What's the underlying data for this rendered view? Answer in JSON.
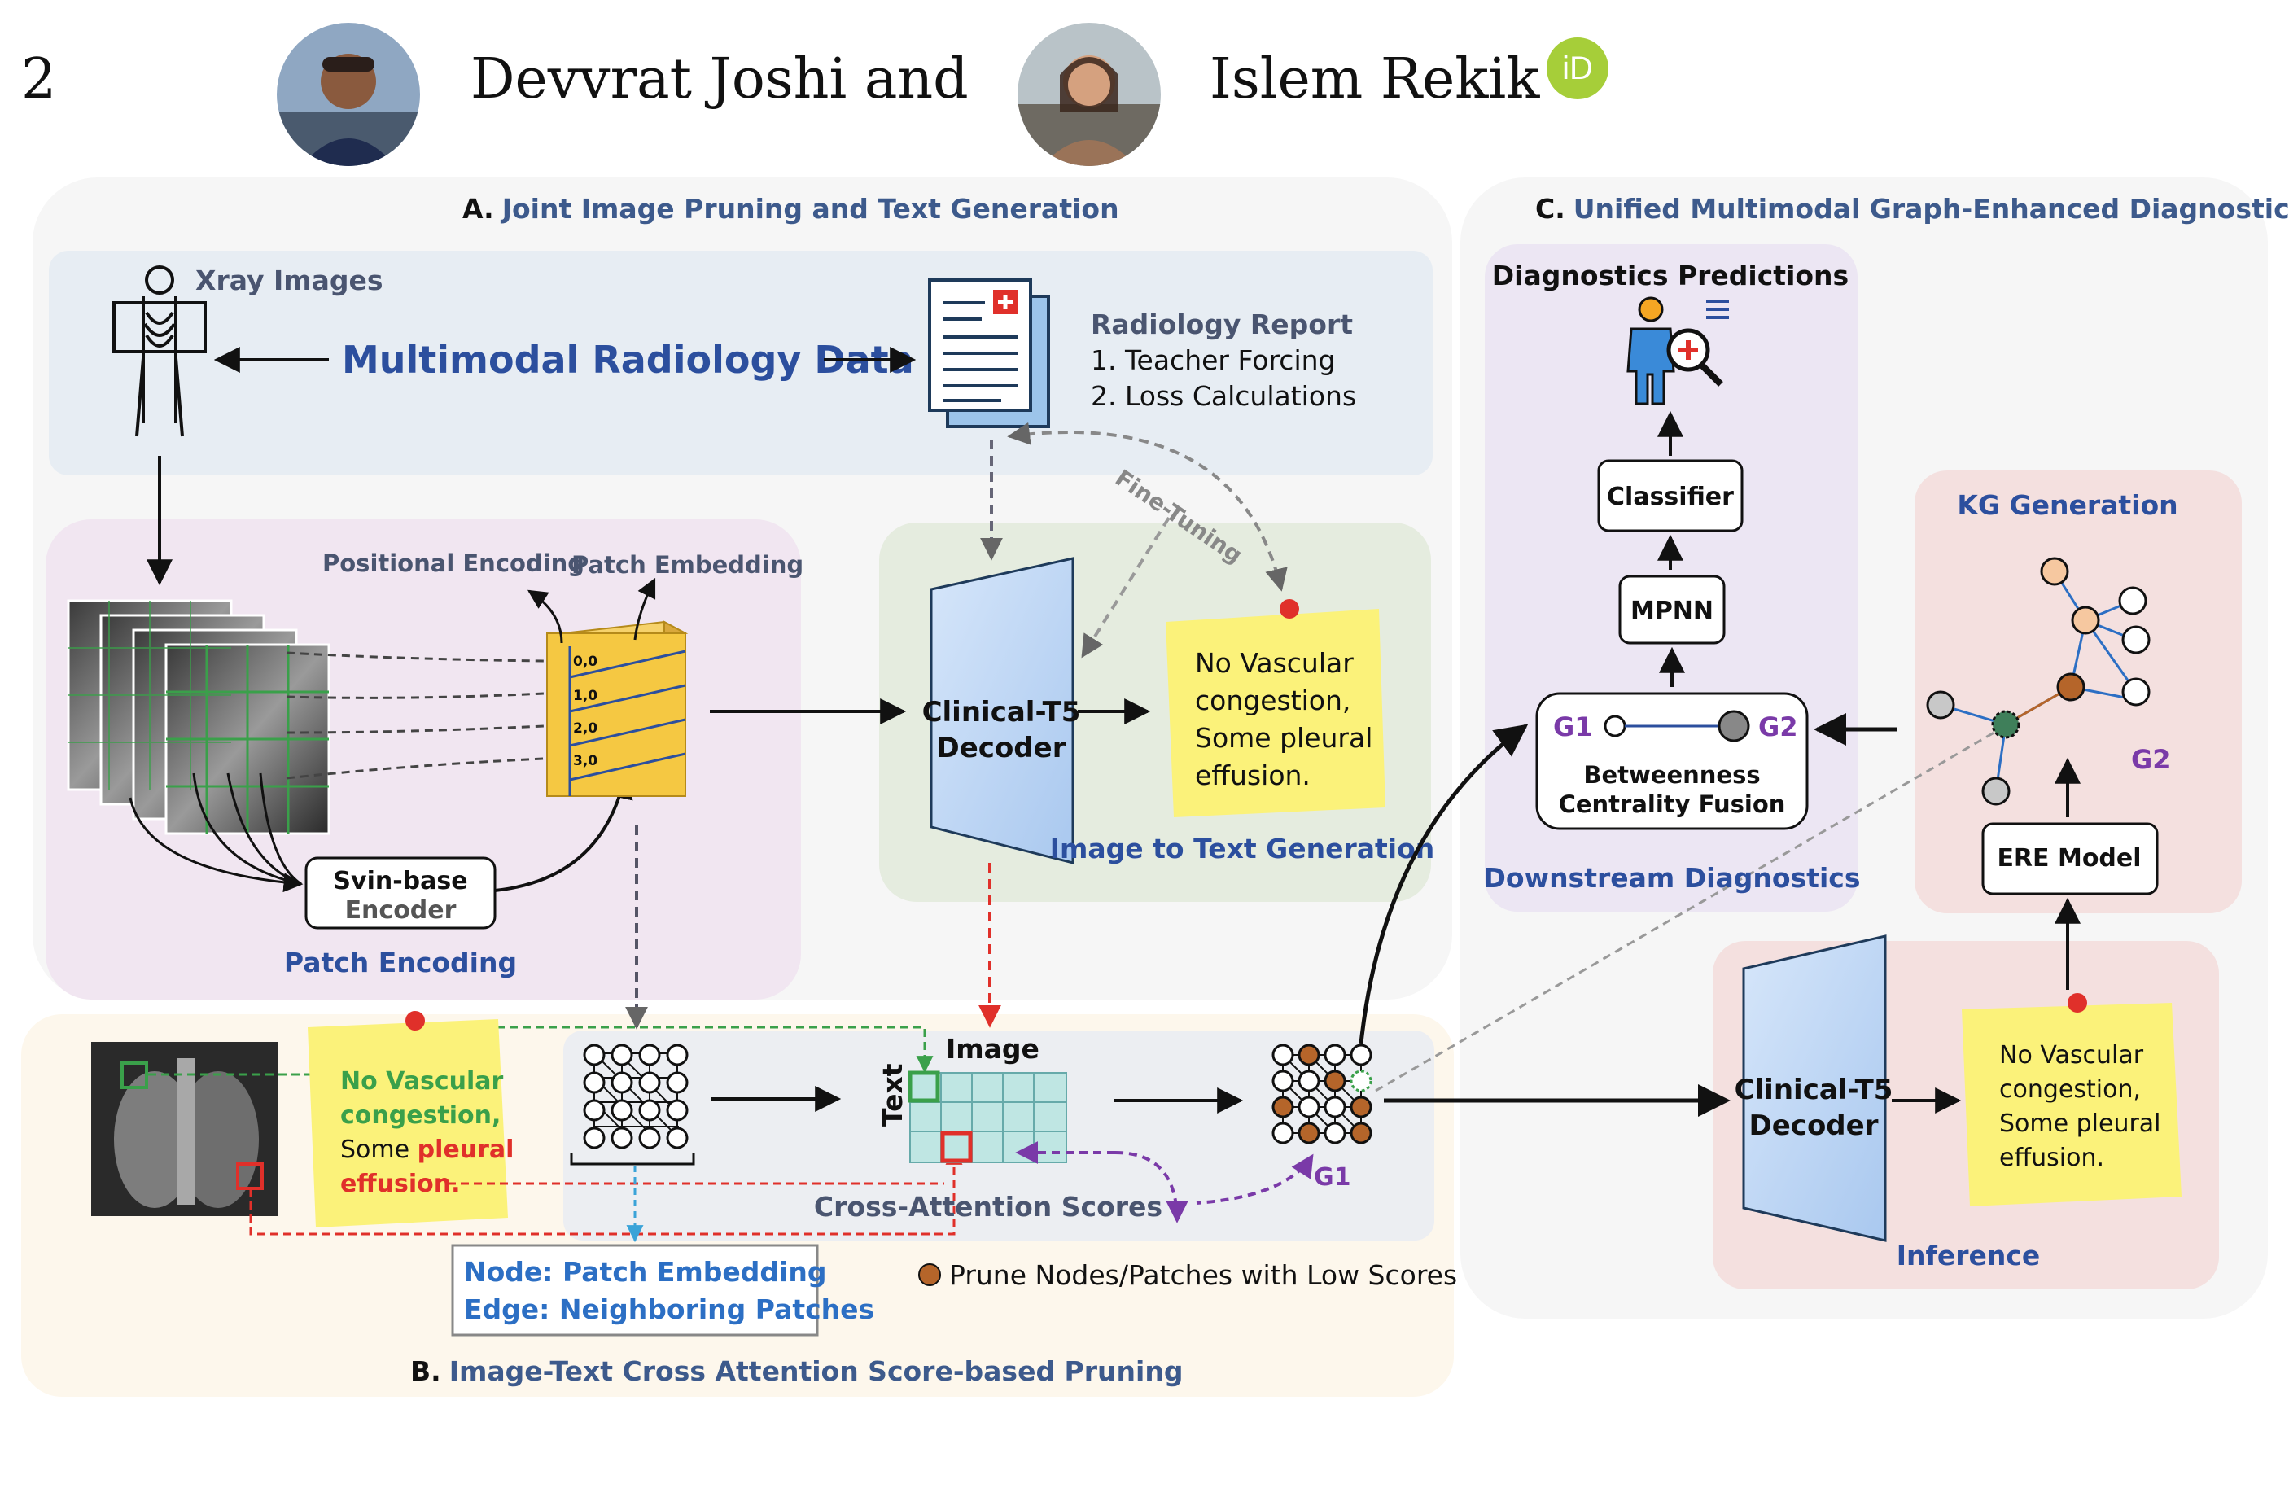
{
  "header": {
    "page_number": "2",
    "author1": "Devvrat Joshi and",
    "author2": "Islem Rekik",
    "orcid_label": "iD"
  },
  "section_a": {
    "letter": "A.",
    "title": "Joint Image Pruning and Text Generation",
    "xray_images": "Xray Images",
    "multimodal_data": "Multimodal Radiology Data",
    "radiology_report": "Radiology Report",
    "report_item1": "1. Teacher Forcing",
    "report_item2": "2. Loss Calculations",
    "fine_tuning": "Fine-Tuning",
    "positional_encoding": "Positional Encoding",
    "patch_embedding": "Patch Embedding",
    "pos_labels": [
      "0,0",
      "1,0",
      "2,0",
      "3,0"
    ],
    "encoder_line1": "Svin-base",
    "encoder_line2": "Encoder",
    "patch_encoding": "Patch Encoding",
    "decoder_line1": "Clinical-T5",
    "decoder_line2": "Decoder",
    "note_lines": [
      "No Vascular",
      "congestion,",
      "Some pleural",
      "effusion."
    ],
    "image_to_text": "Image to Text Generation"
  },
  "section_b": {
    "letter": "B.",
    "title": "Image-Text Cross Attention Score-based Pruning",
    "note_line1": "No Vascular",
    "note_line2": "congestion,",
    "note_line3a": "Some ",
    "note_line3b": "pleural",
    "note_line4": "effusion.",
    "node_text": "Node: Patch Embedding",
    "edge_text": "Edge: Neighboring Patches",
    "image_label": "Image",
    "text_label": "Text",
    "cross_attention": "Cross-Attention Scores",
    "g1": "G1",
    "prune_text": "Prune Nodes/Patches with Low Scores"
  },
  "section_c": {
    "letter": "C.",
    "title": "Unified Multimodal Graph-Enhanced Diagnostics",
    "diag_predictions": "Diagnostics Predictions",
    "classifier": "Classifier",
    "mpnn": "MPNN",
    "g1": "G1",
    "g2": "G2",
    "fusion_line1": "Betweenness",
    "fusion_line2": "Centrality Fusion",
    "downstream": "Downstream Diagnostics",
    "kg_generation": "KG Generation",
    "kg_g2": "G2",
    "ere_model": "ERE Model",
    "decoder_line1": "Clinical-T5",
    "decoder_line2": "Decoder",
    "note_lines": [
      "No Vascular",
      "congestion,",
      "Some pleural",
      "effusion."
    ],
    "inference": "Inference"
  },
  "colors": {
    "title_blue": "#3d5a8c",
    "accent_blue": "#2c4f9e",
    "purple": "#7a3aa8",
    "node_orange": "#b5652a",
    "pruned_red": "#e0302a",
    "highlight_green": "#3aa04a",
    "sticky_yellow": "#fbf27a"
  }
}
